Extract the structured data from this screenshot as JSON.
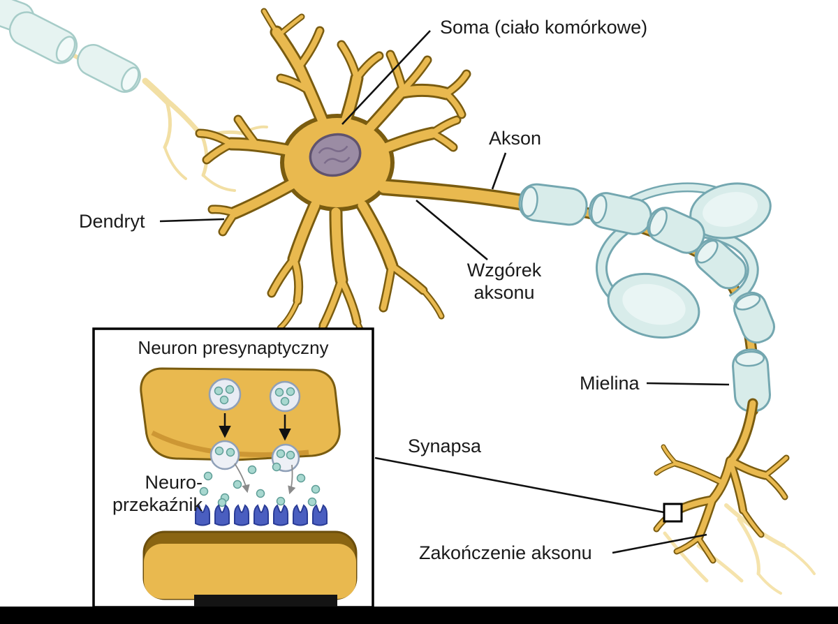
{
  "figure": {
    "type": "neuron-anatomy-diagram",
    "language": "pl"
  },
  "labels": {
    "soma": "Soma (ciało komórkowe)",
    "akson": "Akson",
    "dendryt": "Dendryt",
    "wzgorek_line1": "Wzgórek",
    "wzgorek_line2": "aksonu",
    "mielina": "Mielina",
    "synapsa": "Synapsa",
    "zakonczenie_aksonu": "Zakończenie aksonu"
  },
  "inset": {
    "title": "Neuron presynaptyczny",
    "neuroprzekaznik_line1": "Neuro-",
    "neuroprzekaznik_line2": "przekaźnik"
  },
  "colors": {
    "neuron_body": "#E9B94F",
    "neuron_outline": "#7A5C10",
    "myelin_fill": "#D8ECEA",
    "myelin_outline": "#74A7B0",
    "nucleus": "#9B8CA4",
    "receptor_blue": "#4A5EC0",
    "neurotransmitter_dot": "#A8D8D0",
    "postsynaptic_dark": "#8A6512",
    "label_text": "#1A1A1A",
    "background": "#FFFFFF",
    "bottom_bar": "#000000"
  }
}
